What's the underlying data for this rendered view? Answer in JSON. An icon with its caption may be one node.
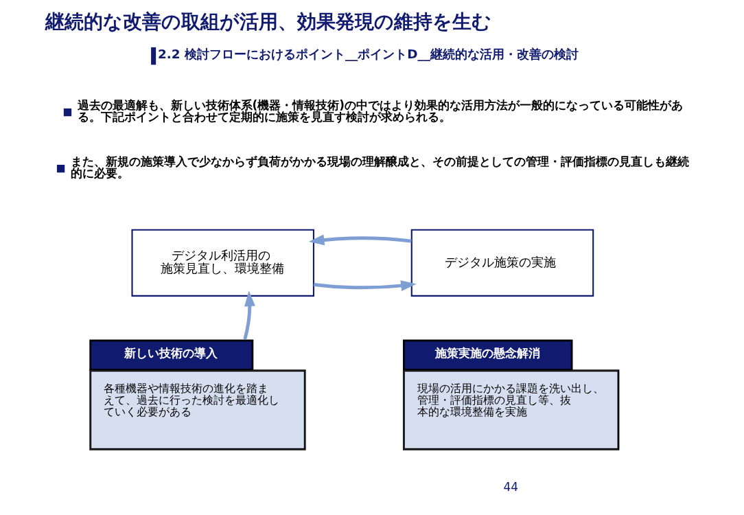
{
  "diagram": {
    "title": "継続的な改善の取組が活用、効果発現の維持を生む",
    "nodes": [
      {
        "text": [
          "デジタル利活用の施策見直し、環境整備"
        ]
      },
      {
        "text": [
          "デジタル施策の実施"
        ]
      },
      {
        "text": [
          "新しい技術の導入",
          "各種機器や情報技術の進化を踏まえて、過去に行った検討を最適化していく必要がある"
        ]
      },
      {
        "text": [
          "施策実施の懸念解消",
          "現場の活用にかかる課題を洗い出し、管理・評価指標の見直し等、抜本的な環境整備を実施"
        ]
      }
    ],
    "edges": [
      {
        "from": 0,
        "to": 1,
        "arrow": "to"
      },
      {
        "from": 1,
        "to": 0,
        "arrow": "to"
      },
      {
        "from": 2,
        "to": 0,
        "arrow": "to"
      }
    ],
    "labels": [
      "2.2 検討フローにおけるポイント__ポイントD__継続的な活用・改善の検討",
      "過去の最適解も、新しい技術体系(機器・情報技術)の中ではより効果的な活用方法が一般的になっている可能性がある。下記ポイントと合わせて定期的に施策を見直す検討が求められる。",
      "また、新規の施策導入で少なからず負荷がかかる現場の理解醸成と、その前提としての管理・評価指標の見直しも継続的に必要。",
      "44"
    ]
  }
}
